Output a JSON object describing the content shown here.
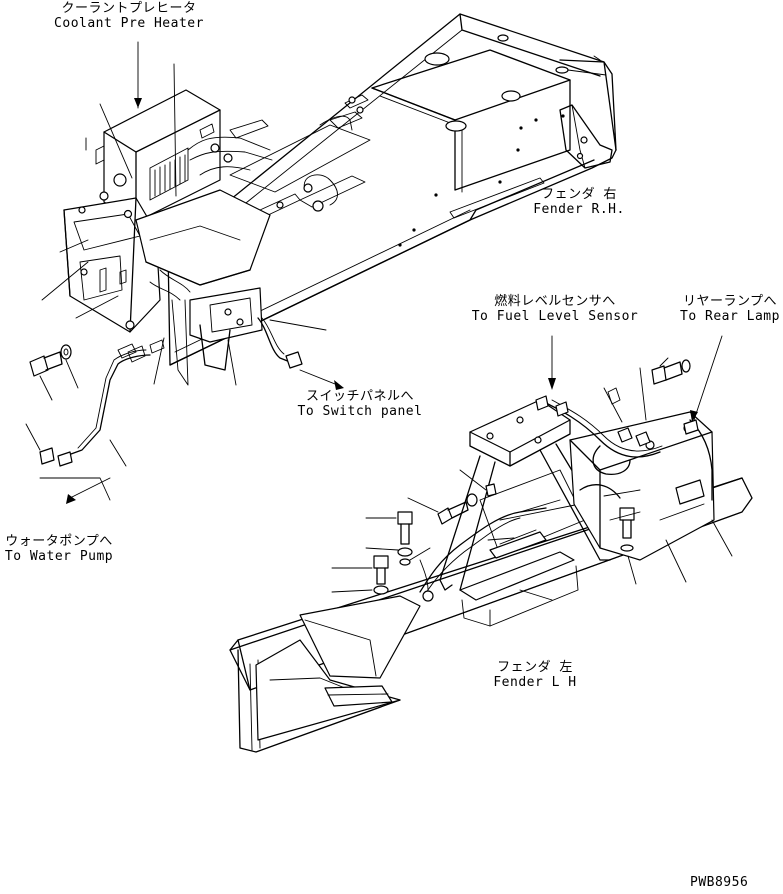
{
  "labels": {
    "coolant_pre_heater": {
      "ja": "クーラントプレヒータ",
      "en": "Coolant Pre Heater"
    },
    "fender_rh": {
      "ja": "フェンダ 右",
      "en": "Fender R.H."
    },
    "fuel_level_sensor": {
      "ja": "燃料レベルセンサへ",
      "en": "To Fuel Level Sensor"
    },
    "rear_lamp": {
      "ja": "リヤーランプへ",
      "en": "To Rear Lamp"
    },
    "switch_panel": {
      "ja": "スイッチパネルへ",
      "en": "To Switch panel"
    },
    "water_pump": {
      "ja": "ウォータポンプへ",
      "en": "To Water Pump"
    },
    "fender_lh": {
      "ja": "フェンダ 左",
      "en": "Fender L H"
    }
  },
  "drawing_number": "PWB8956"
}
